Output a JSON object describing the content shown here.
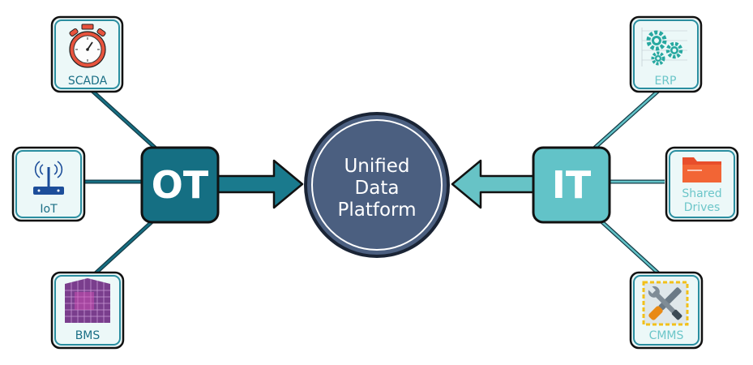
{
  "colors": {
    "ot_fill": "#156f83",
    "ot_arrow": "#1a7a8d",
    "it_fill": "#62c3c8",
    "it_arrow": "#67c3c6",
    "hub_fill": "#4b5f80",
    "card_fill": "#ecf8f8",
    "card_border": "#111111",
    "ot_label": "#1b6f86",
    "it_label": "#6cc6c9"
  },
  "hub": {
    "lines": [
      "Unified",
      "Data",
      "Platform"
    ]
  },
  "ot": {
    "label": "OT",
    "items": [
      {
        "label": "SCADA",
        "icon": "stopwatch-icon"
      },
      {
        "label": "IoT",
        "icon": "wifi-router-icon"
      },
      {
        "label": "BMS",
        "icon": "building-icon"
      }
    ]
  },
  "it": {
    "label": "IT",
    "items": [
      {
        "label": "ERP",
        "icon": "gears-icon"
      },
      {
        "label": "Shared\nDrives",
        "lines": [
          "Shared",
          "Drives"
        ],
        "icon": "folder-icon"
      },
      {
        "label": "CMMS",
        "icon": "wrench-screwdriver-icon"
      }
    ]
  }
}
